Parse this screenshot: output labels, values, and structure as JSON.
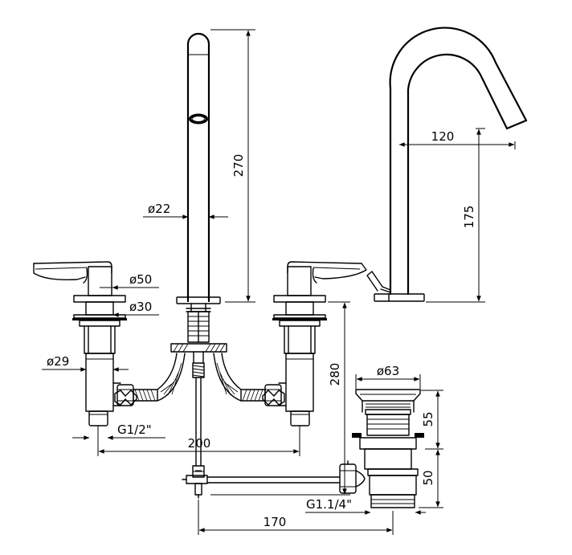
{
  "labels": {
    "spout_height": "270",
    "spout_diameter": "ø22",
    "rosette_diameter": "ø50",
    "handle_base_diameter": "ø30",
    "valve_body_diameter": "ø29",
    "connection_thread": "G1/2\"",
    "tap_spacing": "200",
    "spout_reach": "120",
    "spout_profile_height": "175",
    "shank_length": "280",
    "waste_diameter": "ø63",
    "waste_upper_height": "55",
    "waste_lower_height": "50",
    "waste_thread": "G1.1/4\"",
    "pop_up_reach": "170"
  }
}
